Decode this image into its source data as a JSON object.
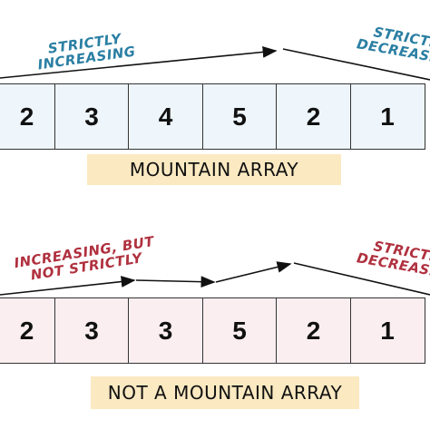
{
  "diagrams": [
    {
      "label_left": [
        "STRICTLY",
        "INCREASING"
      ],
      "label_right": [
        "STRICTLY",
        "DECREASING"
      ],
      "label_color": "#2a7fa3",
      "cells": [
        "2",
        "3",
        "4",
        "5",
        "2",
        "1"
      ],
      "cell_bg": "#eef6fb",
      "banner": "MOUNTAIN ARRAY"
    },
    {
      "label_left": [
        "INCREASING, BUT",
        "NOT STRICTLY"
      ],
      "label_right": [
        "STRICTLY",
        "DECREASING"
      ],
      "label_color": "#b0313f",
      "cells": [
        "2",
        "3",
        "3",
        "5",
        "2",
        "1"
      ],
      "cell_bg": "#fbeef1",
      "banner": "NOT A MOUNTAIN ARRAY"
    }
  ],
  "colors": {
    "banner_bg": "#fbe9c2",
    "border": "#333333"
  }
}
